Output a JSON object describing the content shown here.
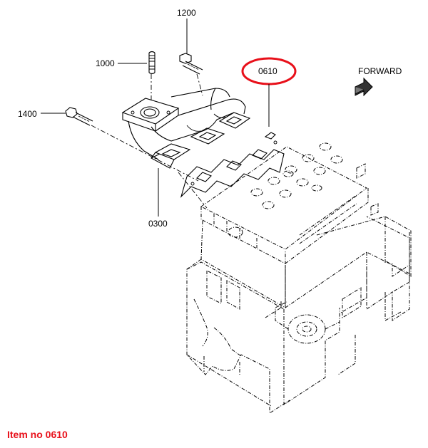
{
  "callouts": {
    "c1200": "1200",
    "c1000": "1000",
    "c0610": "0610",
    "c1400": "1400",
    "c0300": "0300"
  },
  "direction_label": "FORWARD",
  "caption": "Item no 0610",
  "colors": {
    "highlight": "#e8101a",
    "ink": "#000000"
  },
  "icons": [
    "forward-arrow-icon"
  ]
}
